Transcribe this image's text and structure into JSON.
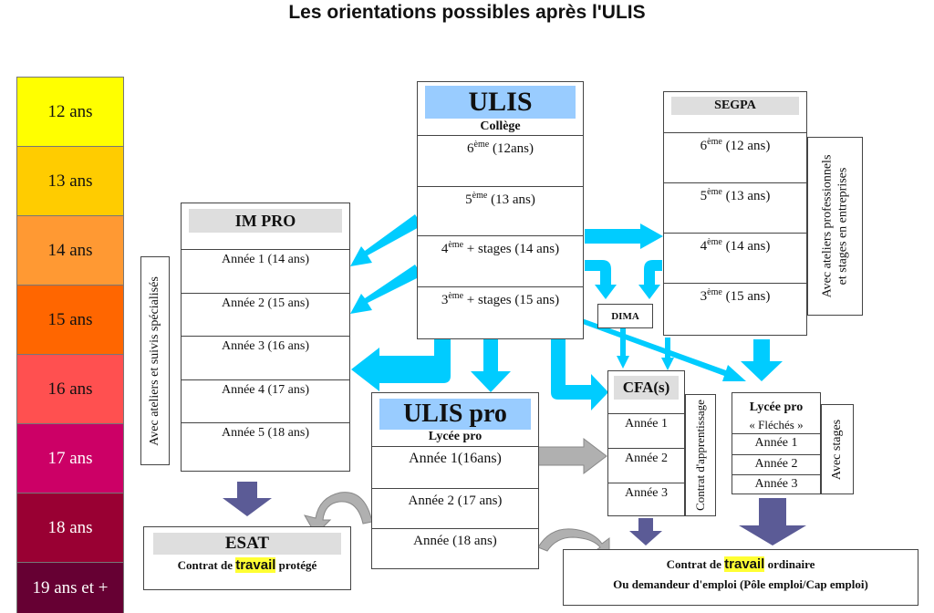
{
  "title": "Les orientations possibles après l'ULIS",
  "ages": [
    {
      "label": "12 ans",
      "color": "#ffff00"
    },
    {
      "label": "13 ans",
      "color": "#ffcc00"
    },
    {
      "label": "14 ans",
      "color": "#ff9933"
    },
    {
      "label": "15 ans",
      "color": "#ff6600"
    },
    {
      "label": "16 ans",
      "color": "#ff5050"
    },
    {
      "label": "17 ans",
      "color": "#cc0066"
    },
    {
      "label": "18 ans",
      "color": "#990033"
    },
    {
      "label": "19 ans et +",
      "color": "#660033"
    }
  ],
  "ulis": {
    "title": "ULIS",
    "subtitle": "Collège",
    "sup": "ème",
    "rows": [
      {
        "num": "6",
        "rest": " (12ans)"
      },
      {
        "num": "5",
        "rest": " (13 ans)"
      },
      {
        "num": "4",
        "rest": " + stages (14 ans)"
      },
      {
        "num": "3",
        "rest": " + stages (15 ans)"
      }
    ]
  },
  "segpa": {
    "title": "SEGPA",
    "sup": "ème",
    "rows": [
      {
        "num": "6",
        "rest": " (12 ans)"
      },
      {
        "num": "5",
        "rest": " (13 ans)"
      },
      {
        "num": "4",
        "rest": " (14 ans)"
      },
      {
        "num": "3",
        "rest": " (15 ans)"
      }
    ],
    "side_line1": "Avec ateliers professionnels",
    "side_line2": "et stages en entreprises"
  },
  "impro": {
    "title": "IM PRO",
    "rows": [
      "Année 1 (14 ans)",
      "Année 2 (15 ans)",
      "Année 3 (16 ans)",
      "Année 4 (17 ans)",
      "Année 5 (18 ans)"
    ],
    "side": "Avec ateliers et  suivis spécialisés"
  },
  "dima": {
    "label": "DIMA"
  },
  "ulis_pro": {
    "title": "ULIS pro",
    "subtitle": "Lycée pro",
    "rows": [
      "Année 1(16ans)",
      "Année 2 (17 ans)",
      "Année (18 ans)"
    ]
  },
  "cfa": {
    "title": "CFA(s)",
    "rows": [
      "Année 1",
      "Année 2",
      "Année 3"
    ],
    "side": "Contrat d'apprentissage"
  },
  "lycee_pro": {
    "title": "Lycée pro",
    "subtitle": "« Fléchés »",
    "rows": [
      "Année 1",
      "Année 2",
      "Année 3"
    ],
    "side": "Avec stages"
  },
  "esat": {
    "title": "ESAT",
    "pre": "Contrat de ",
    "highlight": "travail",
    "post": " protégé"
  },
  "contrat": {
    "pre": "Contrat de ",
    "highlight": "travail",
    "post": " ordinaire",
    "line2": "Ou demandeur d'emploi (Pôle emploi/Cap emploi)"
  },
  "colors": {
    "cyan": "#00ccff",
    "grey": "#b0b0b0",
    "purple": "#5b5b96",
    "header_blue": "#99ccff"
  }
}
